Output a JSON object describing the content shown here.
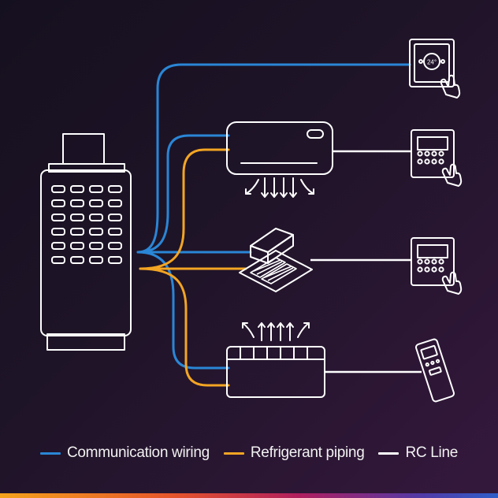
{
  "colors": {
    "communication": "#2a86d6",
    "refrigerant": "#f3a523",
    "rc": "#ffffff",
    "outline": "#ffffff"
  },
  "devices": {
    "outdoor_unit": "outdoor-unit-icon",
    "wall_unit": "wall-mounted-indoor-unit-icon",
    "cassette_unit": "ceiling-cassette-unit-icon",
    "ducted_unit": "ducted-unit-icon",
    "touch_controller": "touch-thermostat-icon",
    "wired_controller_1": "wired-controller-icon",
    "wired_controller_2": "wired-controller-icon",
    "remote_controller": "handheld-remote-icon"
  },
  "thermostat_display": "24°",
  "legend": {
    "communication": "Communication wiring",
    "refrigerant": "Refrigerant piping",
    "rc": "RC Line"
  }
}
